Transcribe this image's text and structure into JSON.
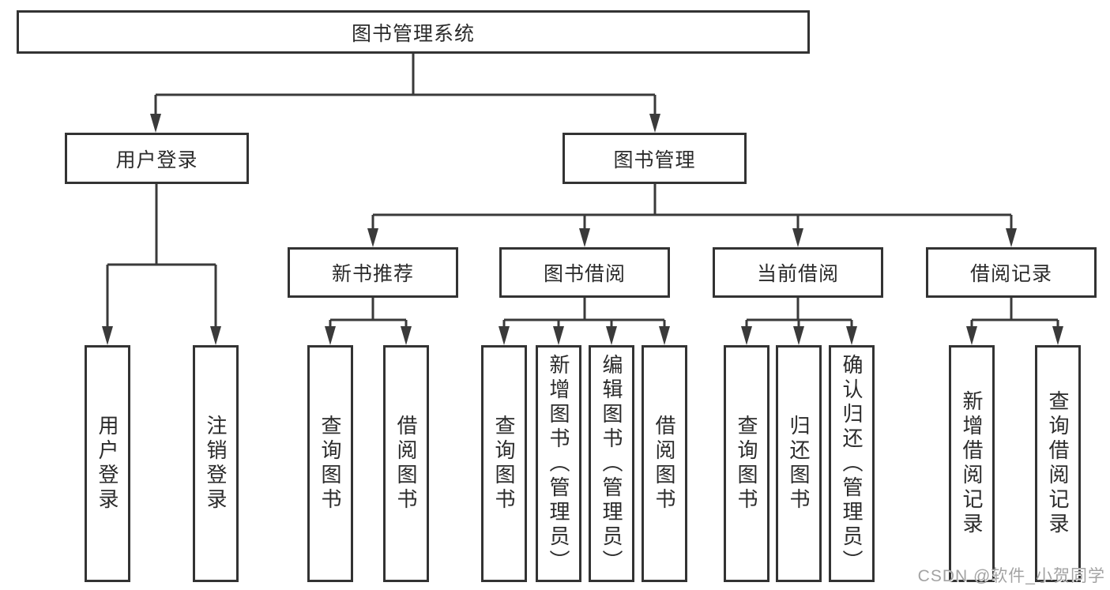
{
  "tree": {
    "root": "图书管理系统",
    "branches": [
      {
        "label": "用户登录",
        "children": [
          "用户登录",
          "注销登录"
        ]
      },
      {
        "label": "图书管理",
        "groups": [
          {
            "label": "新书推荐",
            "children": [
              "查询图书",
              "借阅图书"
            ]
          },
          {
            "label": "图书借阅",
            "children": [
              "查询图书",
              "新增图书（管理员）",
              "编辑图书（管理员）",
              "借阅图书"
            ]
          },
          {
            "label": "当前借阅",
            "children": [
              "查询图书",
              "归还图书",
              "确认归还（管理员）"
            ]
          },
          {
            "label": "借阅记录",
            "children": [
              "新增借阅记录",
              "查询借阅记录"
            ]
          }
        ]
      }
    ]
  },
  "colors": {
    "line": "#3a3a3a",
    "box_border": "#333333",
    "box_fill": "#ffffff",
    "text": "#2b2b2b",
    "watermark": "#a3a3a3"
  },
  "watermark": {
    "text": "CSDN @软件_小贺同学"
  }
}
